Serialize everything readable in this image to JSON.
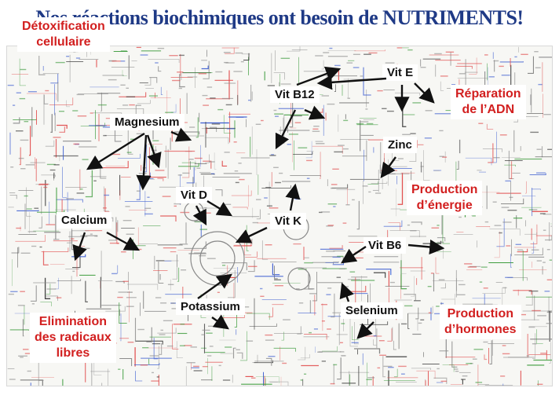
{
  "title": "Nos réactions biochimiques ont besoin de NUTRIMENTS!",
  "colors": {
    "title": "#1f3a86",
    "category": "#d21f1f",
    "nutrient": "#111111",
    "pathway_red": "#e04848",
    "pathway_blue": "#3a5bd0",
    "pathway_green": "#3a9a3a",
    "pathway_grey": "#8a8a8a"
  },
  "categories": {
    "detox": {
      "line1": "Détoxification",
      "line2": "cellulaire"
    },
    "adn": {
      "line1": "Réparation",
      "line2": "de l’ADN"
    },
    "energie": {
      "line1": "Production",
      "line2": "d’énergie"
    },
    "radicaux": {
      "line1": "Elimination",
      "line2": "des radicaux",
      "line3": "libres"
    },
    "hormones": {
      "line1": "Production",
      "line2": "d’hormones"
    }
  },
  "nutrients": {
    "magnesium": "Magnesium",
    "vitb12": "Vit B12",
    "vite": "Vit E",
    "zinc": "Zinc",
    "vitd": "Vit D",
    "vitk": "Vit K",
    "calcium": "Calcium",
    "vitb6": "Vit B6",
    "potassium": "Potassium",
    "selenium": "Selenium"
  }
}
